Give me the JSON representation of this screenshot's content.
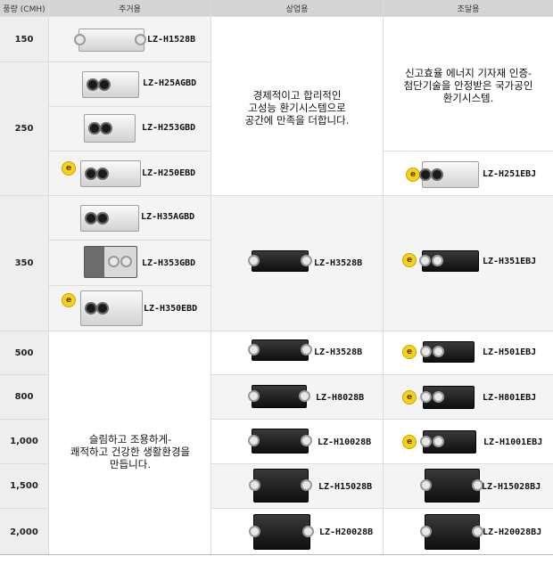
{
  "header": {
    "volume": "풍량 (CMH)",
    "residential": "주거용",
    "commercial": "상업용",
    "procurement": "조달용"
  },
  "volumes": [
    "150",
    "250",
    "350",
    "500",
    "800",
    "1,000",
    "1,500",
    "2,000"
  ],
  "residential_models": [
    "LZ-H1528B",
    "LZ-H25AGBD",
    "LZ-H253GBD",
    "LZ-H250EBD",
    "LZ-H35AGBD",
    "LZ-H353GBD",
    "LZ-H350EBD"
  ],
  "residential_blurb": "슬림하고 조용하게-\n쾌적하고 건강한 생활환경을\n만듭니다.",
  "commercial_blurb": "경제적이고 합리적인\n고성능 환기시스템으로\n공간에 만족을 더합니다.",
  "commercial_models": [
    "LZ-H3528B",
    "LZ-H3528B",
    "LZ-H8028B",
    "LZ-H10028B",
    "LZ-H15028B",
    "LZ-H20028B"
  ],
  "procurement_blurb": "신고효율 에너지 기자재 인증-\n첨단기술을 안정받은 국가공인\n환기시스템.",
  "procurement_models": [
    "LZ-H251EBJ",
    "LZ-H351EBJ",
    "LZ-H501EBJ",
    "LZ-H801EBJ",
    "LZ-H1001EBJ",
    "LZ-H15028BJ",
    "LZ-H20028BJ"
  ],
  "badge_text": "e",
  "colors": {
    "header_bg": "#d4d4d4",
    "volume_bg": "#eeeeee",
    "gray_bg": "#f4f4f4",
    "badge": "#f5d21a"
  }
}
